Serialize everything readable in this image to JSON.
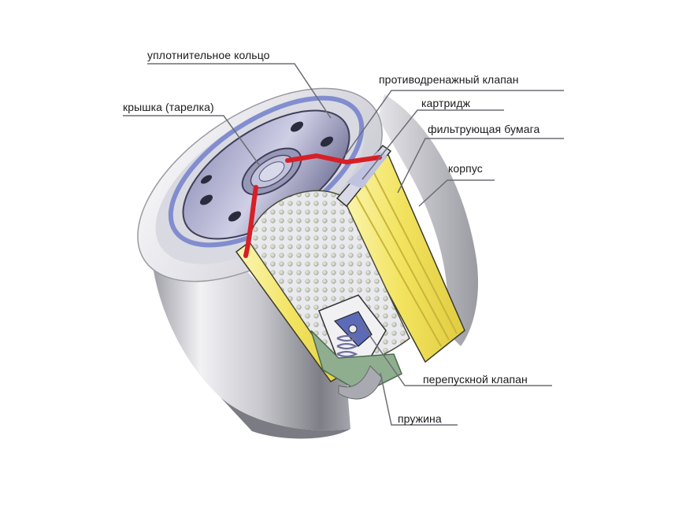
{
  "diagram": {
    "labels": {
      "o_ring": "уплотнительное кольцо",
      "anti_drain_valve": "противодренажный клапан",
      "cover": "крышка (тарелка)",
      "cartridge": "картридж",
      "filter_paper": "фильтрующая бумага",
      "housing": "корпус",
      "bypass_valve": "перепускной клапан",
      "spring": "пружина"
    },
    "colors": {
      "housing_metal": "#b9b9bf",
      "filter_paper": "#f4ec7a",
      "red_valve": "#d81f26",
      "perforated_tube": "#e3e3e8",
      "green_base": "#8fae8f",
      "blue_ring": "#6a79c9"
    }
  }
}
